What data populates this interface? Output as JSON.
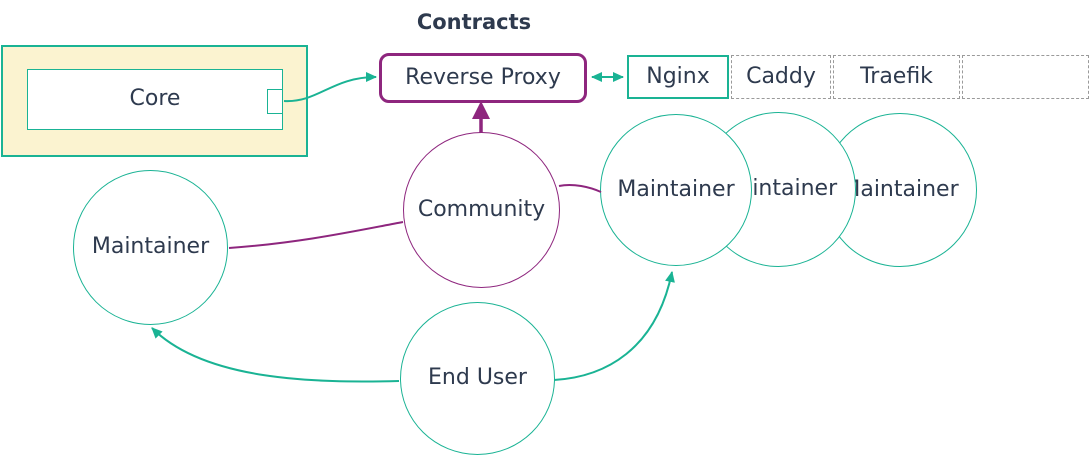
{
  "title": "Contracts",
  "colors": {
    "teal": "#1AB394",
    "purple": "#8E267E",
    "yellow": "#FBF3D0",
    "text": "#2E3A4E",
    "gray": "#9A9A9A",
    "bg": "#FFFFFF"
  },
  "nodes": {
    "core": {
      "label": "Core"
    },
    "reverse_proxy": {
      "label": "Reverse Proxy"
    },
    "proxy_options": [
      {
        "label": "Nginx"
      },
      {
        "label": "Caddy"
      },
      {
        "label": "Traefik"
      },
      {
        "label": ""
      }
    ],
    "community": {
      "label": "Community"
    },
    "maintainer_left": {
      "label": "Maintainer"
    },
    "maintainers_right": [
      {
        "label": "Maintainer"
      },
      {
        "label": "Maintainer"
      },
      {
        "label": "Maintainer"
      }
    ],
    "end_user": {
      "label": "End User"
    }
  },
  "edges": [
    {
      "from": "Core",
      "to": "Reverse Proxy",
      "arrow": "end",
      "color": "teal"
    },
    {
      "from": "Reverse Proxy",
      "to": "Nginx",
      "arrow": "both",
      "color": "teal"
    },
    {
      "from": "Community",
      "to": "Reverse Proxy",
      "arrow": "end",
      "color": "purple"
    },
    {
      "from": "Maintainer (left)",
      "to": "Community",
      "arrow": "none",
      "color": "purple"
    },
    {
      "from": "Community",
      "to": "Maintainer (right)",
      "arrow": "none",
      "color": "purple"
    },
    {
      "from": "End User",
      "to": "Maintainer (left)",
      "arrow": "end",
      "color": "teal"
    },
    {
      "from": "End User",
      "to": "Maintainer (right)",
      "arrow": "end",
      "color": "teal"
    }
  ]
}
